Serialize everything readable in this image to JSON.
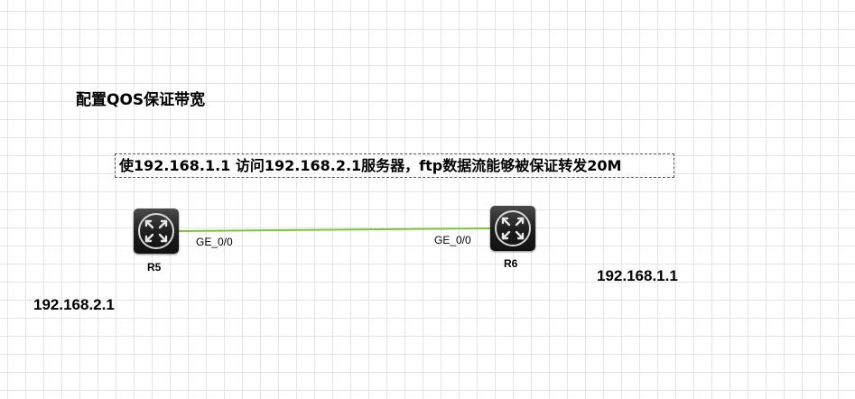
{
  "diagram": {
    "title": "配置QOS保证带宽",
    "note": "使192.168.1.1 访问192.168.2.1服务器，ftp数据流能够被保证转发20M",
    "link_color": "#7dc53e",
    "nodes": [
      {
        "id": "r5",
        "label": "R5",
        "icon": "router-icon",
        "port": "GE_0/0",
        "ip": "192.168.2.1"
      },
      {
        "id": "r6",
        "label": "R6",
        "icon": "router-icon",
        "port": "GE_0/0",
        "ip": "192.168.1.1"
      }
    ],
    "link": {
      "from": "R5",
      "to": "R6",
      "from_port": "GE_0/0",
      "to_port": "GE_0/0"
    }
  }
}
